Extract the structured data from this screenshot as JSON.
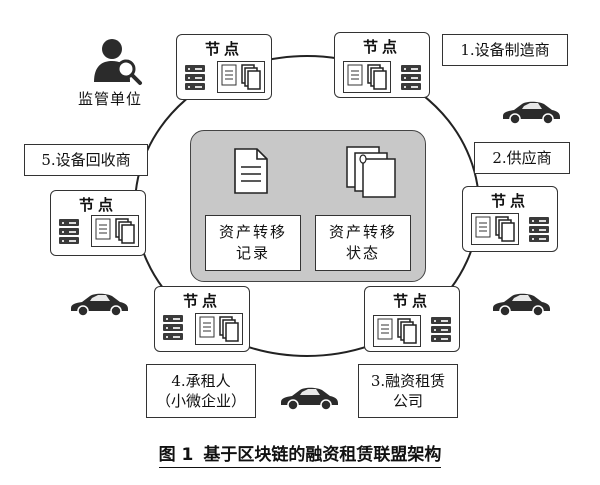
{
  "regulator": {
    "label": "监管单位"
  },
  "node_title": "节点",
  "participants": {
    "manufacturer": "1.设备制造商",
    "supplier": "2.供应商",
    "leasing_company": [
      "3.融资租赁",
      "公司"
    ],
    "lessee": [
      "4.承租人",
      "（小微企业）"
    ],
    "recycler": "5.设备回收商"
  },
  "center": {
    "record_label": [
      "资产转移",
      "记录"
    ],
    "state_label": [
      "资产转移",
      "状态"
    ]
  },
  "caption": {
    "number": "图 1",
    "text": "基于区块链的融资租赁联盟架构"
  }
}
